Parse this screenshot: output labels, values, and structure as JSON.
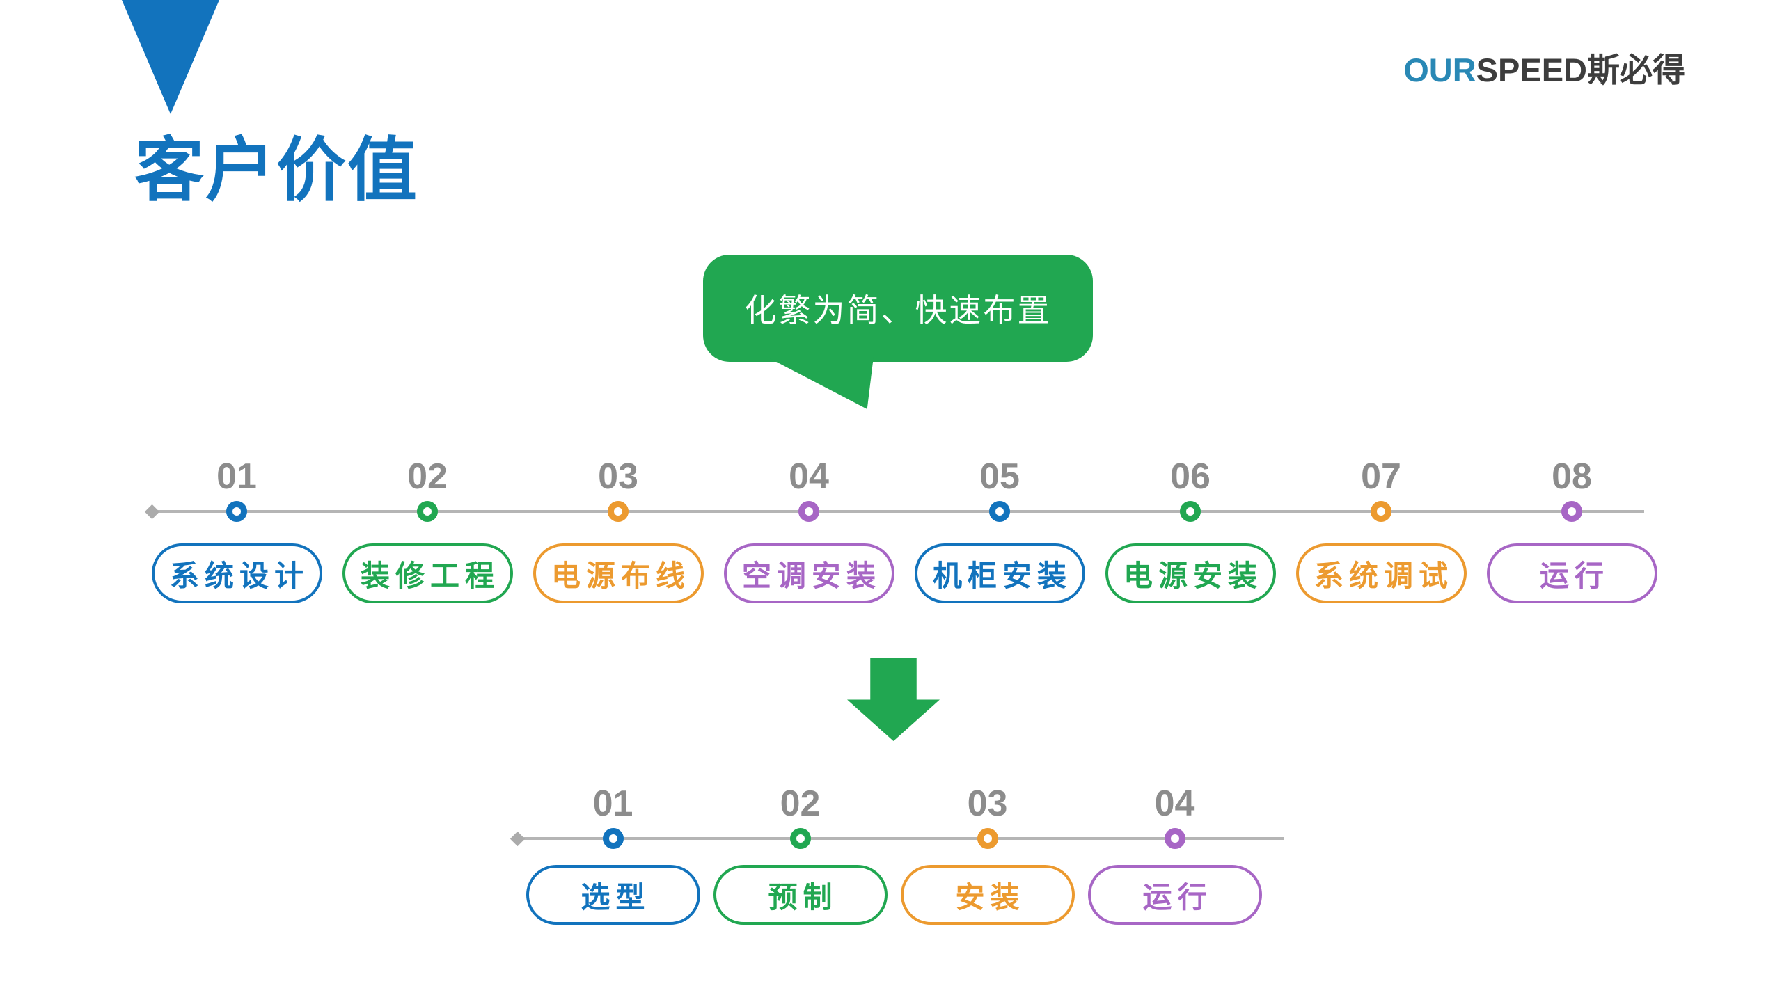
{
  "slide": {
    "title": "客户价值",
    "logo": {
      "prefix": "OUR",
      "suffix": "SPEED斯必得"
    },
    "callout": "化繁为简、快速布置"
  },
  "palette": {
    "blue": "#1273BD",
    "green": "#21A751",
    "orange": "#EC9A2F",
    "purple": "#A766C5",
    "number_gray": "#8C8C8C",
    "line_gray": "#B5B5B5",
    "logo_blue": "#2988B5",
    "logo_dark": "#3D3D3D"
  },
  "process_before": {
    "items": [
      {
        "number": "01",
        "label": "系统设计",
        "color": "blue"
      },
      {
        "number": "02",
        "label": "装修工程",
        "color": "green"
      },
      {
        "number": "03",
        "label": "电源布线",
        "color": "orange"
      },
      {
        "number": "04",
        "label": "空调安装",
        "color": "purple"
      },
      {
        "number": "05",
        "label": "机柜安装",
        "color": "blue"
      },
      {
        "number": "06",
        "label": "电源安装",
        "color": "green"
      },
      {
        "number": "07",
        "label": "系统调试",
        "color": "orange"
      },
      {
        "number": "08",
        "label": "运行",
        "color": "purple"
      }
    ]
  },
  "process_after": {
    "items": [
      {
        "number": "01",
        "label": "选型",
        "color": "blue"
      },
      {
        "number": "02",
        "label": "预制",
        "color": "green"
      },
      {
        "number": "03",
        "label": "安装",
        "color": "orange"
      },
      {
        "number": "04",
        "label": "运行",
        "color": "purple"
      }
    ]
  }
}
